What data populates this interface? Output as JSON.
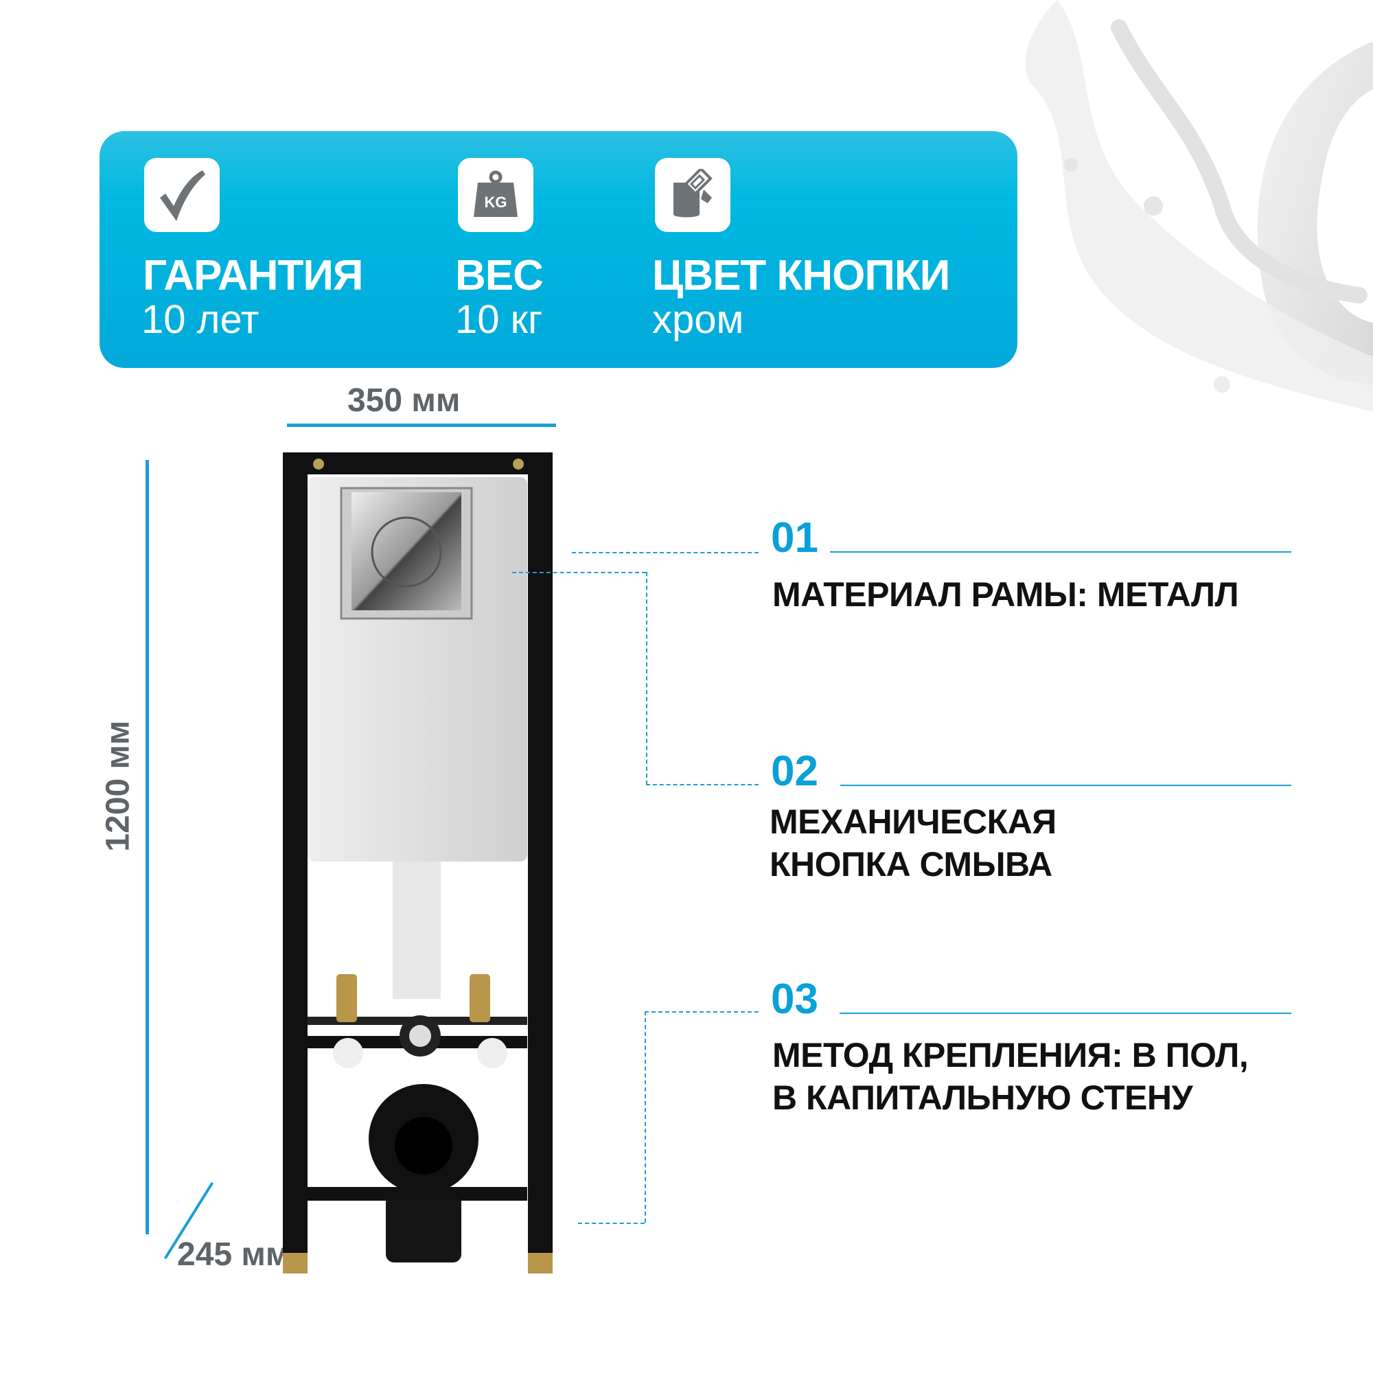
{
  "specs": [
    {
      "icon": "checkmark-icon",
      "title": "ГАРАНТИЯ",
      "value": "10 лет"
    },
    {
      "icon": "weight-icon",
      "icon_text": "KG",
      "title": "ВЕС",
      "value": "10 кг"
    },
    {
      "icon": "paint-bucket-icon",
      "title": "ЦВЕТ КНОПКИ",
      "value": "хром"
    }
  ],
  "dimensions": {
    "width": "350 мм",
    "height": "1200 мм",
    "depth": "245 мм"
  },
  "features": [
    {
      "number": "01",
      "lines": [
        "МАТЕРИАЛ РАМЫ: МЕТАЛЛ"
      ]
    },
    {
      "number": "02",
      "lines": [
        "МЕХАНИЧЕСКАЯ",
        "КНОПКА СМЫВА"
      ]
    },
    {
      "number": "03",
      "lines": [
        "МЕТОД КРЕПЛЕНИЯ: В ПОЛ,",
        "В КАПИТАЛЬНУЮ СТЕНУ"
      ]
    }
  ],
  "colors": {
    "accent": "#00b8e0",
    "icon": "#6d7377",
    "frame": "#111111"
  }
}
